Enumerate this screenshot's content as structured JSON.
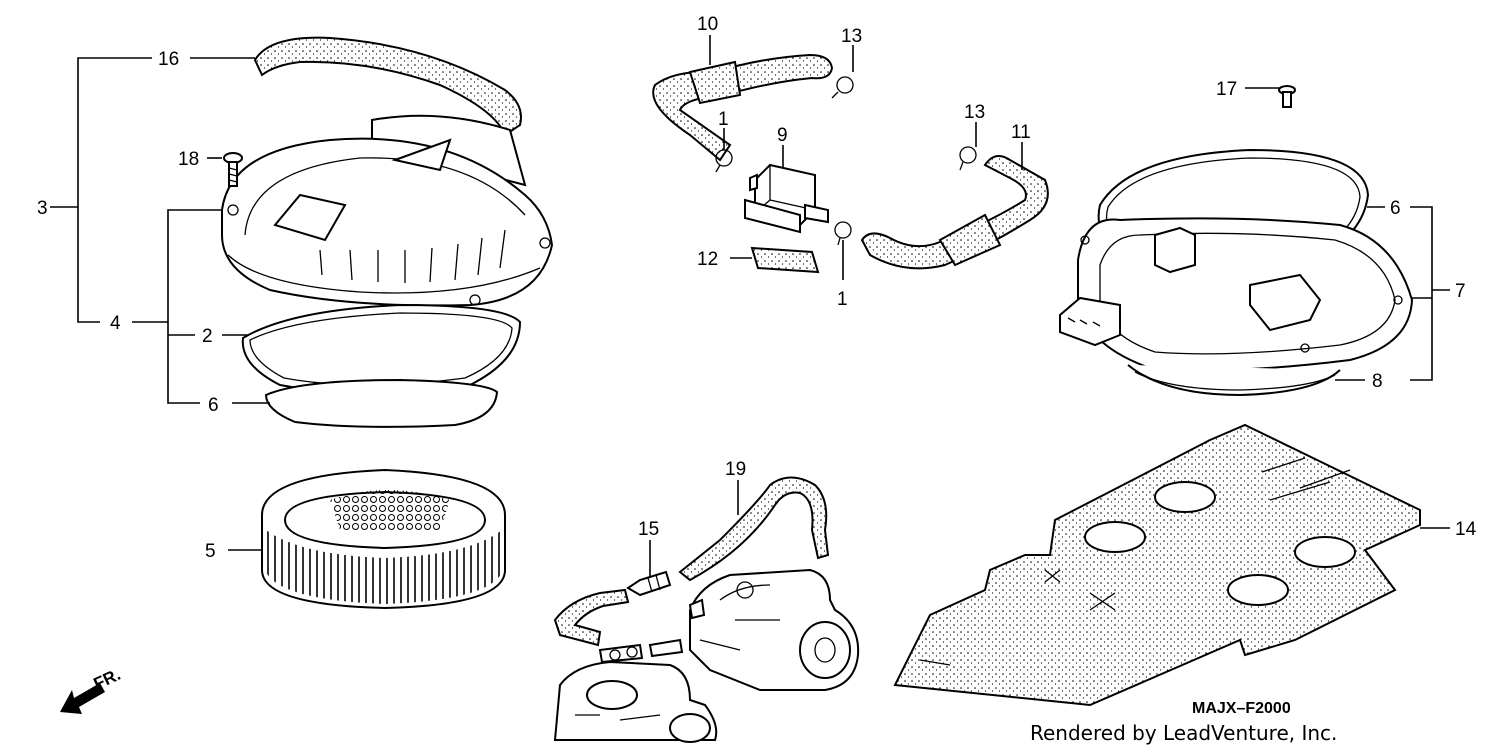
{
  "callouts": {
    "c16": "16",
    "c3": "3",
    "c4": "4",
    "c2": "2",
    "c6a": "6",
    "c18": "18",
    "c5": "5",
    "c10": "10",
    "c13a": "13",
    "c1a": "1",
    "c9": "9",
    "c12": "12",
    "c1b": "1",
    "c13b": "13",
    "c11": "11",
    "c17": "17",
    "c6b": "6",
    "c7": "7",
    "c8": "8",
    "c19": "19",
    "c15": "15",
    "c14": "14"
  },
  "diagram_code": "MAJX–F2000",
  "credit": "Rendered by LeadVenture, Inc.",
  "direction_label": "FR.",
  "colors": {
    "line": "#000000",
    "background": "#ffffff"
  }
}
